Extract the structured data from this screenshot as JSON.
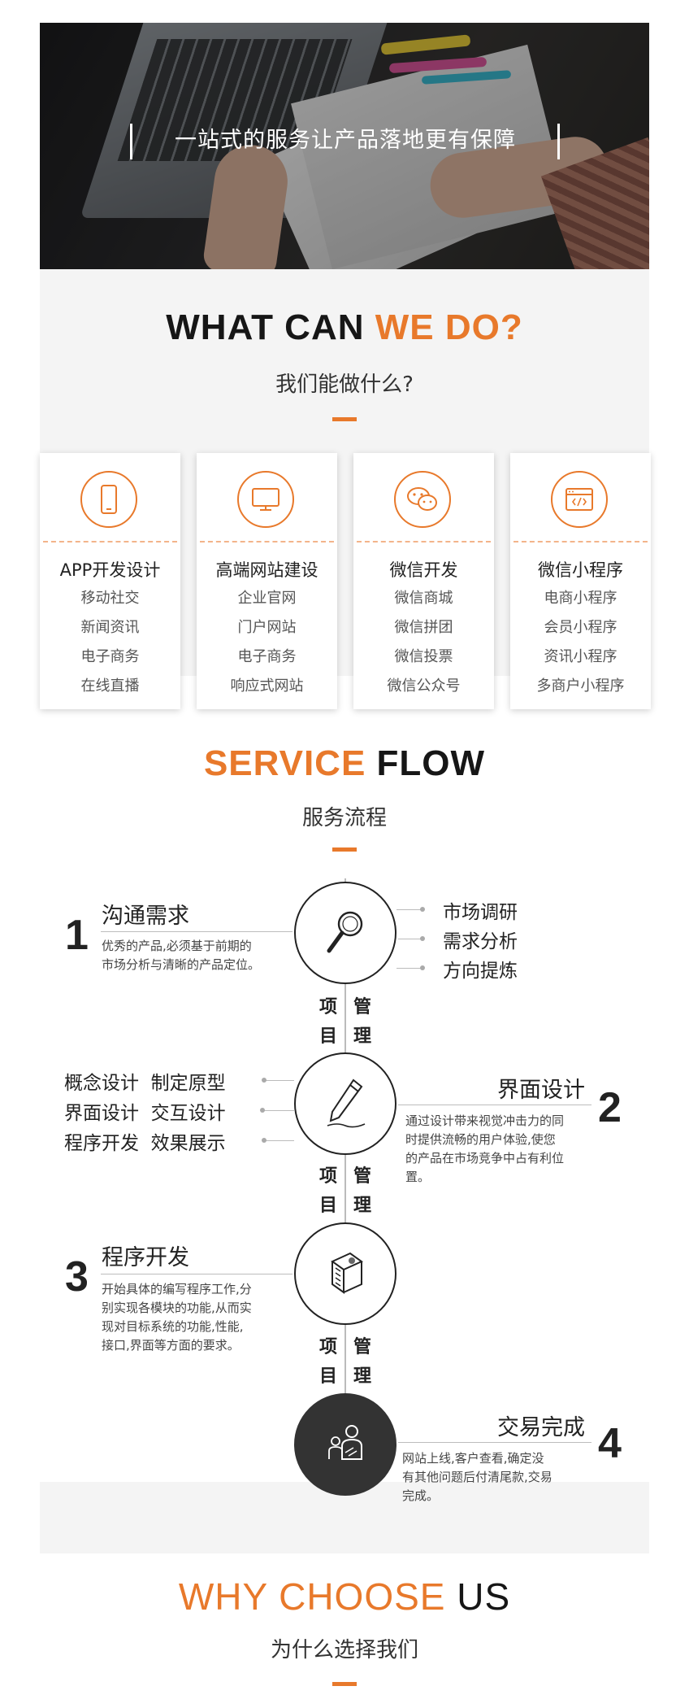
{
  "hero": {
    "text": "一站式的服务让产品落地更有保障"
  },
  "what_we_do": {
    "title_dark": "WHAT CAN ",
    "title_orange": "WE DO?",
    "subtitle": "我们能做什么?",
    "cards": [
      {
        "icon": "phone-icon",
        "title": "APP开发设计",
        "items": [
          "移动社交",
          "新闻资讯",
          "电子商务",
          "在线直播"
        ]
      },
      {
        "icon": "monitor-icon",
        "title": "高端网站建设",
        "items": [
          "企业官网",
          "门户网站",
          "电子商务",
          "响应式网站"
        ]
      },
      {
        "icon": "wechat-icon",
        "title": "微信开发",
        "items": [
          "微信商城",
          "微信拼团",
          "微信投票",
          "微信公众号"
        ]
      },
      {
        "icon": "code-window-icon",
        "title": "微信小程序",
        "items": [
          "电商小程序",
          "会员小程序",
          "资讯小程序",
          "多商户小程序"
        ]
      }
    ]
  },
  "service_flow": {
    "title_orange": "SERVICE",
    "title_dark": "FLOW",
    "subtitle": "服务流程",
    "management_label": [
      "项",
      "管",
      "目",
      "理"
    ],
    "steps": [
      {
        "number": "1",
        "title": "沟通需求",
        "desc": [
          "优秀的产品,必须基于前期的",
          "市场分析与清晰的产品定位。"
        ],
        "list": [
          "市场调研",
          "需求分析",
          "方向提炼"
        ],
        "icon": "magnifier-icon"
      },
      {
        "number": "2",
        "title": "界面设计",
        "desc": [
          "通过设计带来视觉冲击力的同",
          "时提供流畅的用户体验,使您",
          "的产品在市场竞争中占有利位",
          "置。"
        ],
        "list": [
          "概念设计  制定原型",
          "界面设计  交互设计",
          "程序开发  效果展示"
        ],
        "icon": "pen-icon"
      },
      {
        "number": "3",
        "title": "程序开发",
        "desc": [
          "开始具体的编写程序工作,分",
          "别实现各模块的功能,从而实",
          "现对目标系统的功能,性能,",
          "接口,界面等方面的要求。"
        ],
        "icon": "stack-icon"
      },
      {
        "number": "4",
        "title": "交易完成",
        "desc": [
          "网站上线,客户查看,确定没",
          "有其他问题后付清尾款,交易",
          "完成。"
        ],
        "icon": "handshake-icon"
      }
    ]
  },
  "why_choose": {
    "title_orange": "WHY CHOOSE",
    "title_dark": "US",
    "subtitle": "为什么选择我们"
  },
  "colors": {
    "accent": "#e8792b",
    "text": "#222222",
    "panel": "#f4f4f4"
  }
}
